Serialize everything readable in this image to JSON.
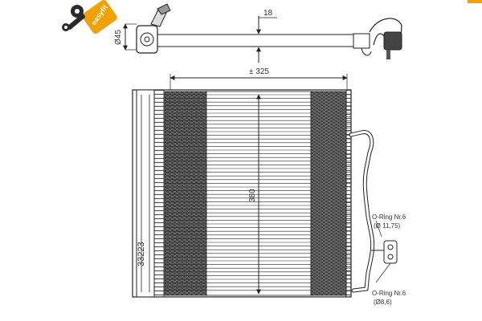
{
  "logo": {
    "brand_text": "easyfit",
    "icon": "wrench-and-gear-icon",
    "color": "#f2a100"
  },
  "dimensions": {
    "pipe_diameter": "Ø45",
    "pipe_offset": "18",
    "core_width": "± 325",
    "core_height": "380"
  },
  "part_number": "33223",
  "callouts": {
    "oring_top_line1": "O-Ring Nr.6",
    "oring_top_line2": "(Ø 11,75)",
    "oring_bottom_line1": "O-Ring Nr.6",
    "oring_bottom_line2": "(Ø8,6)"
  },
  "colors": {
    "line": "#222222",
    "fin_dark": "#3a3a3a",
    "fin_light": "#6a6a6a",
    "accent": "#f2a100"
  }
}
